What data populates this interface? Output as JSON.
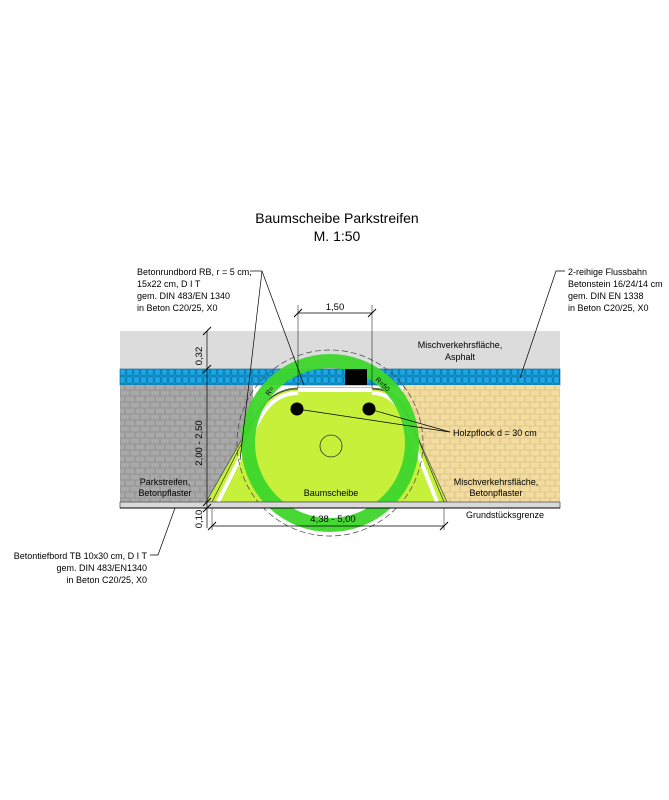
{
  "title": {
    "line1": "Baumscheibe Parkstreifen",
    "line2": "M. 1:50"
  },
  "callouts": {
    "rundbord": [
      "Betonrundbord RB, r = 5 cm,",
      "15x22 cm, D I T",
      "gem. DIN 483/EN 1340",
      "in Beton C20/25, X0"
    ],
    "flussbahn": [
      "2-reihige Flussbahn",
      "Betonstein 16/24/14 cm",
      "gem. DIN EN 1338",
      "in Beton C20/25, X0"
    ],
    "tiefbord": [
      "Betontiefbord TB 10x30 cm, D I T",
      "gem. DIN 483/EN1340",
      "in Beton C20/25, X0"
    ],
    "holzpflock": "Holzpflock d = 30 cm"
  },
  "areas": {
    "asphalt": [
      "Mischverkehrsfläche,",
      "Asphalt"
    ],
    "parkstreifen": [
      "Parkstreifen,",
      "Betonpflaster"
    ],
    "baumscheibe": "Baumscheibe",
    "mischpflaster": [
      "Mischverkehrsfläche,",
      "Betonpflaster"
    ],
    "grenze": "Grundstücksgrenze"
  },
  "dimensions": {
    "top_width": "1,50",
    "asphalt_depth": "0,32",
    "pit_depth": "2,00 - 2,50",
    "edge_depth": "0,10",
    "bottom_width": "4,38 - 5,00",
    "radius_left": "R=",
    "radius_right": "R=50"
  },
  "colors": {
    "asphalt": "#dcdcdc",
    "flussbahn": "#1aa8e6",
    "betonpflaster_grey": "#a9a9a9",
    "betonpflaster_yellow": "#f3dc9e",
    "baumscheibe": "#c6f03a",
    "crown_ring": "#3dd62b",
    "post": "#000000"
  }
}
